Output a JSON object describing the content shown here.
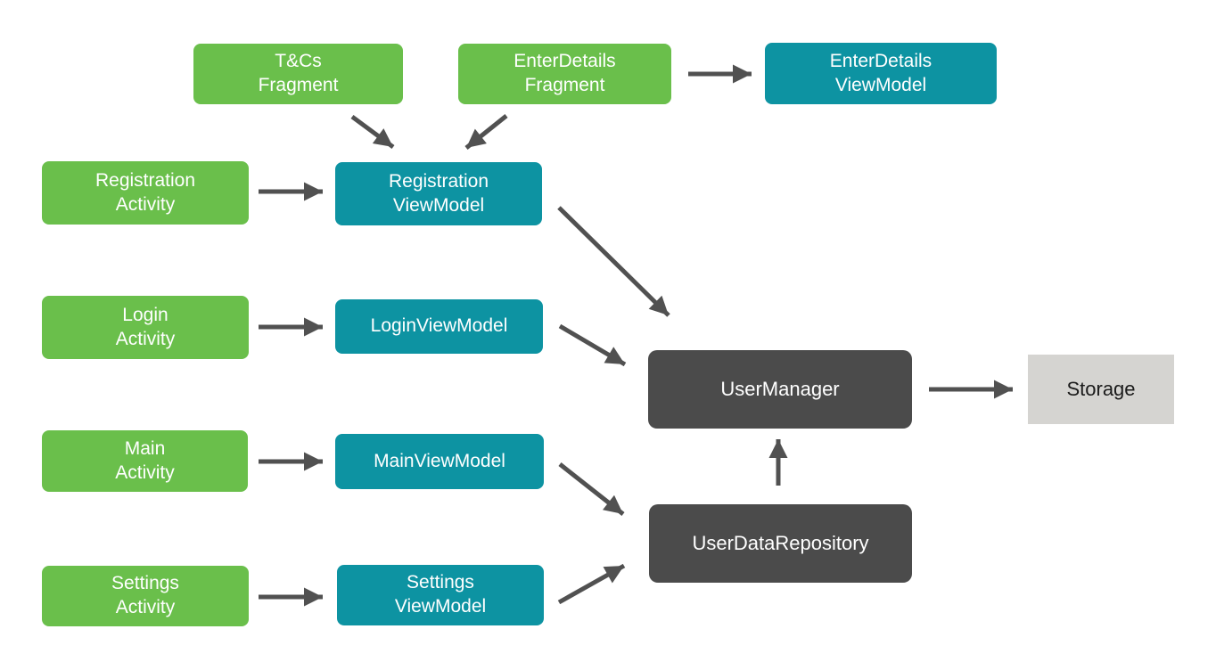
{
  "diagram": {
    "colors": {
      "activity_green": "#6abf4b",
      "viewmodel_teal": "#0d93a2",
      "manager_dark": "#4b4b4b",
      "storage_gray": "#d5d4d1",
      "arrow_gray": "#515151"
    },
    "nodes": {
      "tcs_fragment": {
        "line1": "T&Cs",
        "line2": "Fragment"
      },
      "enterdetails_fragment": {
        "line1": "EnterDetails",
        "line2": "Fragment"
      },
      "enterdetails_viewmodel": {
        "line1": "EnterDetails",
        "line2": "ViewModel"
      },
      "registration_activity": {
        "line1": "Registration",
        "line2": "Activity"
      },
      "registration_viewmodel": {
        "line1": "Registration",
        "line2": "ViewModel"
      },
      "login_activity": {
        "line1": "Login",
        "line2": "Activity"
      },
      "login_viewmodel": {
        "line1": "LoginViewModel"
      },
      "main_activity": {
        "line1": "Main",
        "line2": "Activity"
      },
      "main_viewmodel": {
        "line1": "MainViewModel"
      },
      "settings_activity": {
        "line1": "Settings",
        "line2": "Activity"
      },
      "settings_viewmodel": {
        "line1": "Settings",
        "line2": "ViewModel"
      },
      "user_manager": {
        "line1": "UserManager"
      },
      "user_data_repository": {
        "line1": "UserDataRepository"
      },
      "storage": {
        "line1": "Storage"
      }
    },
    "edges": [
      {
        "from": "enterdetails_fragment",
        "to": "enterdetails_viewmodel"
      },
      {
        "from": "tcs_fragment",
        "to": "registration_viewmodel"
      },
      {
        "from": "enterdetails_fragment",
        "to": "registration_viewmodel"
      },
      {
        "from": "registration_activity",
        "to": "registration_viewmodel"
      },
      {
        "from": "registration_viewmodel",
        "to": "user_manager"
      },
      {
        "from": "login_activity",
        "to": "login_viewmodel"
      },
      {
        "from": "login_viewmodel",
        "to": "user_manager"
      },
      {
        "from": "main_activity",
        "to": "main_viewmodel"
      },
      {
        "from": "main_viewmodel",
        "to": "user_data_repository"
      },
      {
        "from": "settings_activity",
        "to": "settings_viewmodel"
      },
      {
        "from": "settings_viewmodel",
        "to": "user_data_repository"
      },
      {
        "from": "user_data_repository",
        "to": "user_manager"
      },
      {
        "from": "user_manager",
        "to": "storage"
      }
    ]
  }
}
